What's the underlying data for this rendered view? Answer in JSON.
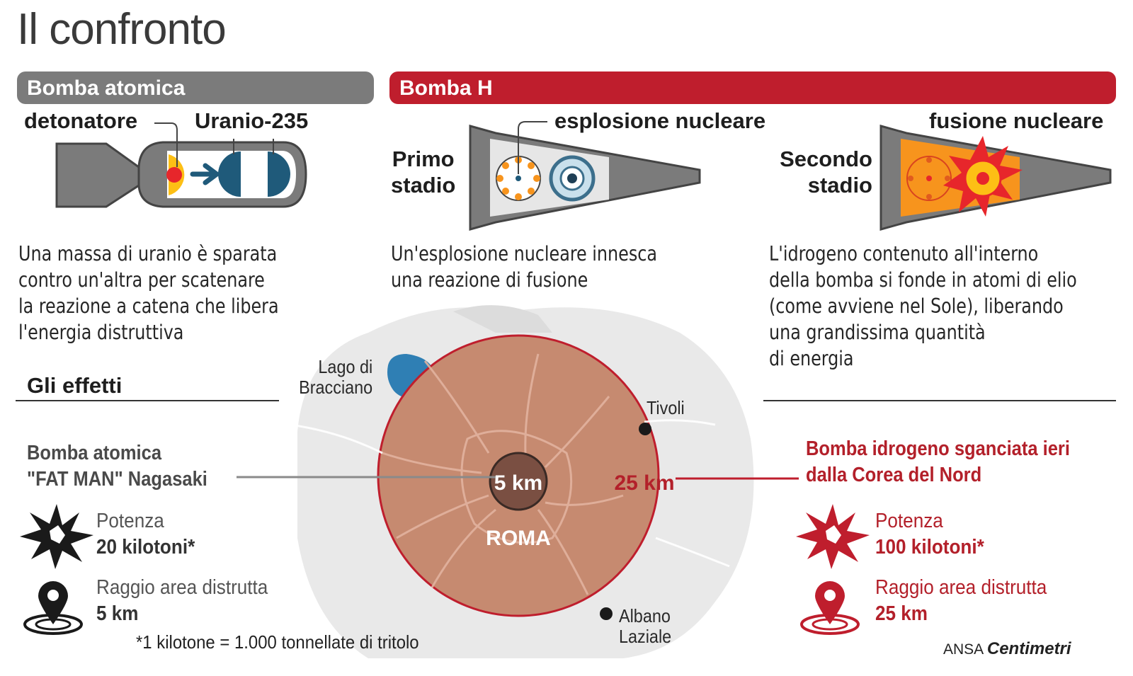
{
  "title": "Il confronto",
  "atomic": {
    "header": "Bomba atomica",
    "detonator_label": "detonatore",
    "uranium_label": "Uranio-235",
    "description": [
      "Una massa di uranio è sparata",
      "contro un'altra per scatenare",
      "la reazione a catena che libera",
      "l'energia distruttiva"
    ]
  },
  "hbomb": {
    "header": "Bomba H",
    "explosion_label": "esplosione nucleare",
    "fusion_label": "fusione nucleare",
    "stage1_label": [
      "Primo",
      "stadio"
    ],
    "stage2_label": [
      "Secondo",
      "stadio"
    ],
    "description1": [
      "Un'esplosione nucleare innesca",
      "una reazione di fusione"
    ],
    "description2": [
      "L'idrogeno contenuto all'interno",
      "della bomba si fonde in atomi di elio",
      "(come avviene nel Sole), liberando",
      "una grandissima quantità",
      "di energia"
    ]
  },
  "effects": {
    "title": "Gli effetti",
    "map": {
      "lake_label": [
        "Lago di",
        "Bracciano"
      ],
      "tivoli_label": "Tivoli",
      "albano_label": [
        "Albano",
        "Laziale"
      ],
      "city_label": "ROMA",
      "radius_small_label": "5 km",
      "radius_large_label": "25 km"
    },
    "left": {
      "title": [
        "Bomba atomica",
        "\"FAT MAN\" Nagasaki"
      ],
      "power_label": "Potenza",
      "power_value": "20 kilotoni*",
      "radius_label": "Raggio area distrutta",
      "radius_value": "5 km"
    },
    "right": {
      "title": [
        "Bomba idrogeno sganciata ieri",
        "dalla Corea del Nord"
      ],
      "power_label": "Potenza",
      "power_value": "100 kilotoni*",
      "radius_label": "Raggio area distrutta",
      "radius_value": "25 km"
    }
  },
  "footnote": "*1 kilotone = 1.000 tonnellate di tritolo",
  "credit": {
    "agency": "ANSA",
    "brand": "Centimetri"
  },
  "colors": {
    "atomic_gray": "#7b7b7b",
    "hbomb_red": "#bf1e2d",
    "blast_fill": "#c68a70",
    "lake_blue": "#2f7fb4",
    "stage_orange": "#f7941d"
  },
  "icons": [
    "blast-star-icon",
    "location-pin-icon"
  ]
}
